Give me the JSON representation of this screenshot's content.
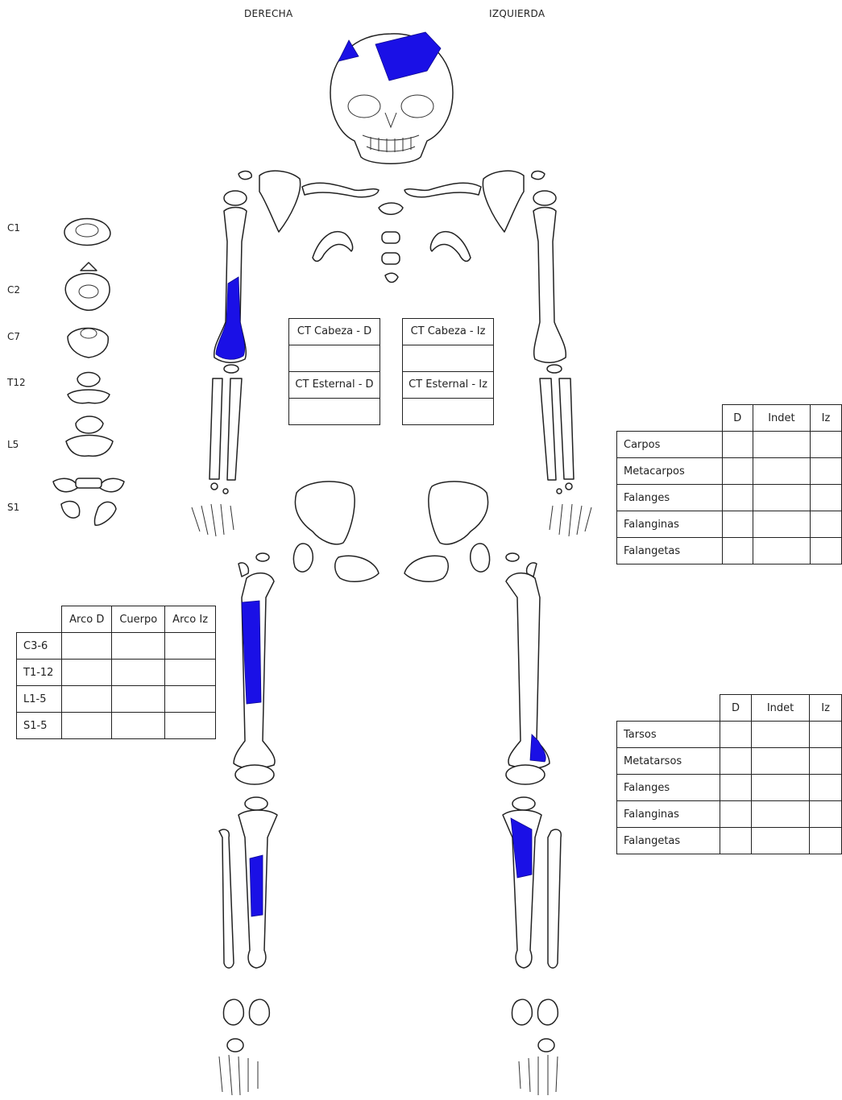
{
  "header": {
    "right_label": "DERECHA",
    "left_label": "IZQUIERDA"
  },
  "vertebrae_labels": [
    "C1",
    "C2",
    "C7",
    "T12",
    "L5",
    "S1"
  ],
  "ct_boxes": [
    [
      "CT Cabeza - D",
      "",
      "CT Esternal - D",
      ""
    ],
    [
      "CT Cabeza - Iz",
      "",
      "CT Esternal - Iz",
      ""
    ]
  ],
  "spine_table": {
    "headers": [
      "",
      "Arco D",
      "Cuerpo",
      "Arco Iz"
    ],
    "rows": [
      "C3-6",
      "T1-12",
      "L1-5",
      "S1-5"
    ]
  },
  "hand_table": {
    "headers": [
      "",
      "D",
      "Indet",
      "Iz"
    ],
    "rows": [
      "Carpos",
      "Metacarpos",
      "Falanges",
      "Falanginas",
      "Falangetas"
    ]
  },
  "foot_table": {
    "headers": [
      "",
      "D",
      "Indet",
      "Iz"
    ],
    "rows": [
      "Tarsos",
      "Metatarsos",
      "Falanges",
      "Falanginas",
      "Falangetas"
    ]
  },
  "colors": {
    "marking": "#1a10e6",
    "outline": "#222222"
  }
}
